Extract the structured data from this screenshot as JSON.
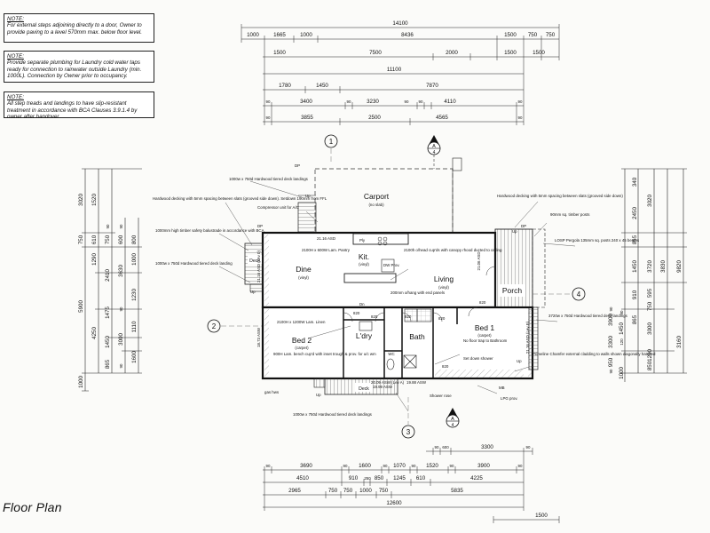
{
  "title": "Floor Plan",
  "notes": [
    {
      "heading": "NOTE:",
      "body": "For external steps adjoining directly to a door, Owner to provide paving to a level 570mm max. below floor level."
    },
    {
      "heading": "NOTE:",
      "body": "Provide separate plumbing for Laundry cold water taps ready for connection to rainwater outside Laundry (min. 1000L). Connection by Owner prior to occupancy."
    },
    {
      "heading": "NOTE:",
      "body": "All step treads and landings to have slip-resistant treatment in accordance with BCA Clauses 3.9.1.4 by owner after handover."
    }
  ],
  "rooms": {
    "carport": "Carport",
    "carport_sub": "(no slab)",
    "dine": "Dine",
    "dine_sub": "(vinyl)",
    "kit": "Kit.",
    "kit_sub": "(vinyl)",
    "living": "Living",
    "living_sub": "(vinyl)",
    "porch": "Porch",
    "bed2": "Bed 2",
    "bed2_sub": "(carpet)",
    "ldry": "L'dry",
    "bath": "Bath",
    "bed1": "Bed 1",
    "bed1_sub": "(carpet)",
    "deck_left": "Deck",
    "deck_bottom": "Deck",
    "ply": "Ply",
    "wc": "WC"
  },
  "top_dims": {
    "row1": [
      "14100"
    ],
    "row2": [
      "1000",
      "1665",
      "1000",
      "8436",
      "1500",
      "750",
      "750"
    ],
    "row3": [
      "1500",
      "7500",
      "2000",
      "1500",
      "1500"
    ],
    "row4": [
      "11100"
    ],
    "row5": [
      "1780",
      "1450",
      "7870"
    ],
    "row6": [
      "90",
      "3400",
      "90",
      "3230",
      "90",
      "90",
      "4110",
      "90"
    ],
    "row7": [
      "90",
      "3855",
      "2500",
      "4565",
      "90"
    ]
  },
  "bottom_dims": {
    "row0": [
      "90",
      "600",
      "3300",
      "90"
    ],
    "row1": [
      "90",
      "3690",
      "90",
      "1600",
      "90",
      "1070",
      "90",
      "1520",
      "90",
      "3900",
      "90"
    ],
    "row2": [
      "4510",
      "910",
      "250",
      "850",
      "1245",
      "610",
      "4225"
    ],
    "row3": [
      "2965",
      "750",
      "750",
      "1000",
      "750",
      "5835"
    ],
    "row4": [
      "12600"
    ],
    "row5": [
      "1500"
    ]
  },
  "left_dims": {
    "col1": [
      "3020",
      "750",
      "5900",
      "1000"
    ],
    "col2": [
      "1520",
      "610",
      "1290",
      "4250"
    ],
    "col3": [
      "90",
      "750",
      "2410",
      "1475",
      "1450",
      "865"
    ],
    "col4": [
      "90",
      "600",
      "3630",
      "90",
      "3000",
      "90"
    ],
    "col5": [
      "800",
      "1000",
      "1230",
      "1110",
      "1600"
    ]
  },
  "right_dims": {
    "col1": [
      "340",
      "2450",
      "865",
      "1450",
      "910",
      "865",
      "1000"
    ],
    "col2": [
      "3020",
      "3720",
      "595",
      "750",
      "3000",
      "1200",
      "850"
    ],
    "col3": [
      "3830",
      "9820",
      "3160"
    ],
    "col4": [
      "90",
      "1450",
      "120",
      "3300",
      "950",
      "90"
    ],
    "col5": [
      "3900",
      "90"
    ]
  },
  "annotations": [
    "1000w x 750d Hardwood tiered deck landings",
    "Hardwood decking with 5mm spacing between slats (grooved side down). Setdown 190mm from FFL",
    "Compressor unit for A/C",
    "1000mm high timber safety balustrade in accordance with BCA",
    "1000w x 750d Hardwood tiered deck landing",
    "2100H x 600W Lam. Pantry",
    "2100h o/head cup'ds with canopy rhood ducted to ceiling",
    "200mm o/hang with end panels",
    "Hardwood decking with 5mm spacing between slats (grooved side down)",
    "90mm sq. timber posts",
    "LOSP Pergola 135mm sq. posts 240 x 45 beams",
    "3720w x 750d Hardwood tiered deck landings",
    "Primeline Chamfer external cladding to walls shown diagonally hatched",
    "2100H x 1200W Lam. Linen",
    "900H Lam. bench cup'd with inset trough & prov. for u/c wm",
    "No floor trap to Bathroom",
    "Set down shower",
    "Shower rose",
    "LPG prov.",
    "1000w x 750d Hardwood tiered deck landings",
    "gas hws",
    "MB",
    "Up",
    "Dn",
    "DW Prov.",
    "21.16 ASD",
    "DP"
  ],
  "levels": [
    "21.16 ASD (Lev 0)",
    "20.09 ASW (Lev A)",
    "19.99 ASW",
    "19.88 ASW",
    "21.16 ASD (Lev E)",
    "18.73 ASW",
    "21.06 ASD"
  ],
  "grid_markers": [
    "1",
    "2",
    "3",
    "4"
  ],
  "section_markers": [
    {
      "letter": "A",
      "sheet": "4"
    },
    {
      "letter": "A",
      "sheet": "4"
    }
  ],
  "door_widths": [
    "820",
    "820",
    "820",
    "820",
    "820",
    "820"
  ]
}
